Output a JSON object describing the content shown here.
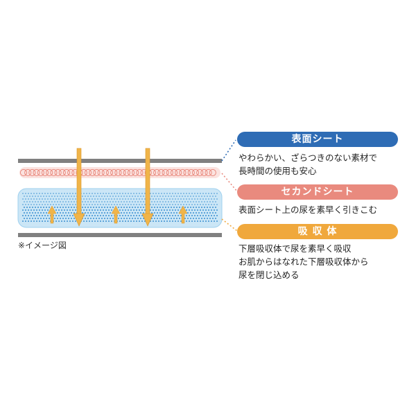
{
  "caption": "※イメージ図",
  "colors": {
    "surface": "#2e6cb5",
    "second": "#e98a7e",
    "absorber": "#f0a83c",
    "absorber_fill": "#cbe6f6",
    "dots": "#3a8fd0",
    "arrow": "#f0b54a",
    "sheet": "#808080"
  },
  "labels": [
    {
      "title": "表面シート",
      "lines": [
        "やわらかい、ざらつきのない素材で",
        "長時間の使用も安心"
      ]
    },
    {
      "title": "セカンドシート",
      "lines": [
        "表面シート上の尿を素早く引きこむ"
      ]
    },
    {
      "title": "吸 収 体",
      "lines": [
        "下層吸収体で尿を素早く吸収",
        "お肌からはなれた下層吸収体から",
        "尿を閉じ込める"
      ]
    }
  ]
}
